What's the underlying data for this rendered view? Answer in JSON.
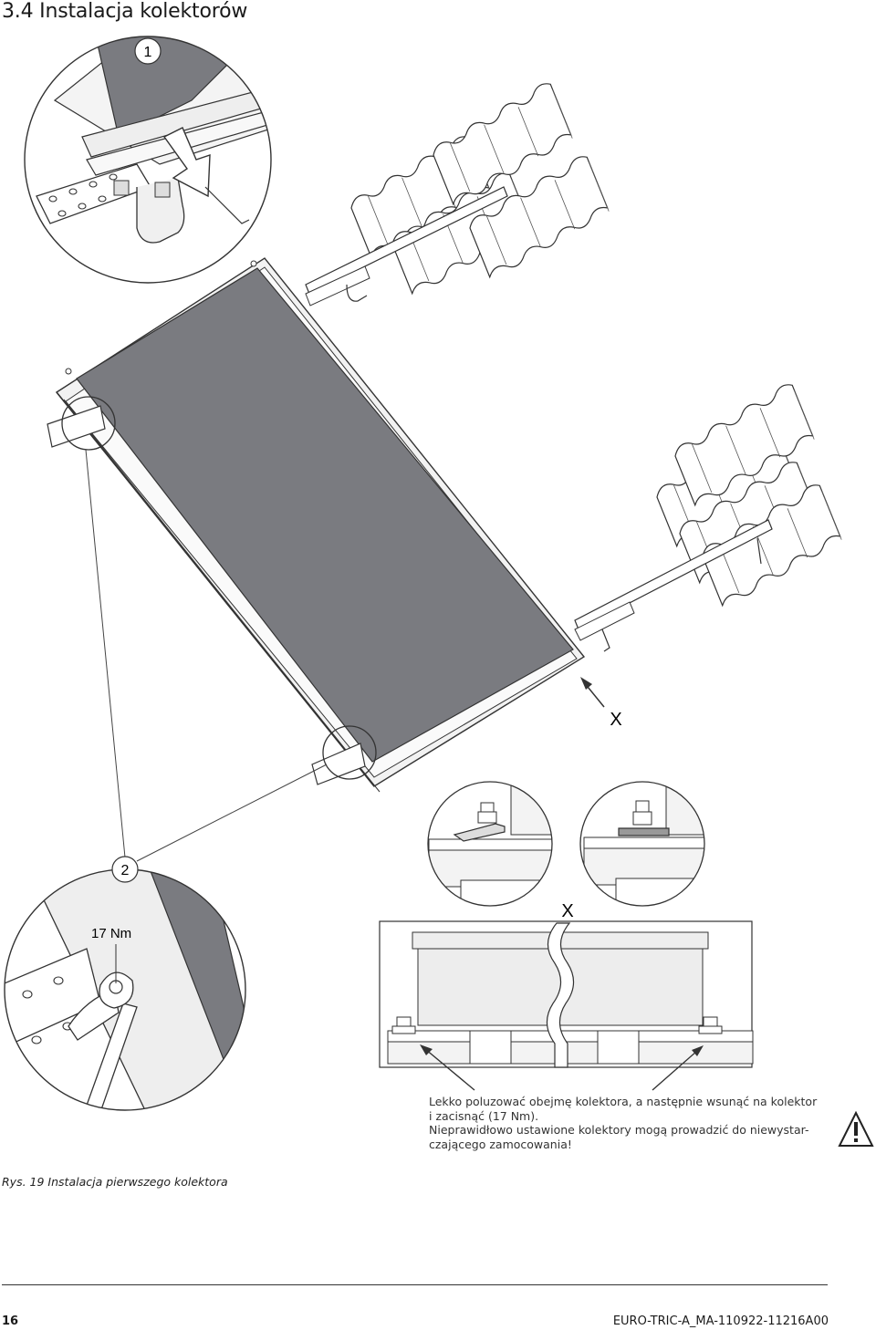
{
  "section_title": "3.4 Instalacja kolektorów",
  "callouts": {
    "detail_1": "1",
    "detail_2": "2",
    "x_main": "X",
    "x_detail": "X",
    "torque": "17 Nm"
  },
  "instruction_lines": [
    "Lekko poluzować obejmę kolektora, a następnie wsunąć na kolektor",
    "i zacisnąć (17 Nm).",
    "Nieprawidłowo ustawione kolektory mogą prowadzić do niewystar-",
    "czającego zamocowania!"
  ],
  "warning_icon": "warning-triangle-icon",
  "caption": "Rys. 19  Instalacja pierwszego kolektora",
  "footer": {
    "page_number": "16",
    "doc_code": "EURO-TRIC-A_MA-110922-11216A00"
  },
  "colors": {
    "absorber": "#7a7b80",
    "line": "#333333",
    "frame": "#e8e8e8"
  }
}
